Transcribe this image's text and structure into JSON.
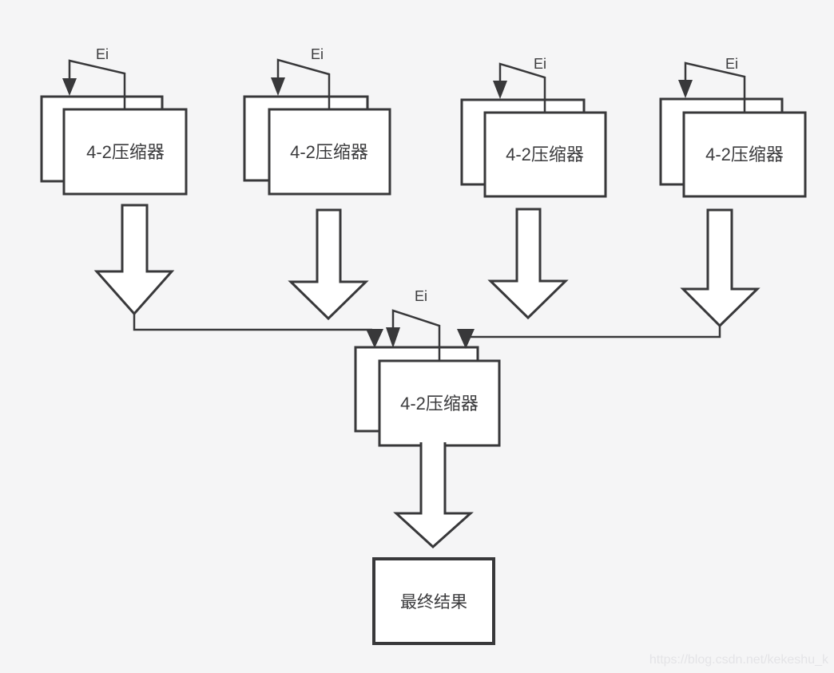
{
  "page": {
    "background_color": "#f5f5f6",
    "watermark": {
      "text": "https://blog.csdn.net/kekeshu_k",
      "color": "#e4e4e7"
    }
  },
  "diagram": {
    "type": "flow-diagram",
    "stroke_color": "#38383a",
    "node_fill_color": "#ffffff",
    "text_color": "#3b3b3d",
    "nodes": {
      "top_compressors": [
        {
          "label": "4-2压缩器",
          "input_label": "Ei"
        },
        {
          "label": "4-2压缩器",
          "input_label": "Ei"
        },
        {
          "label": "4-2压缩器",
          "input_label": "Ei"
        },
        {
          "label": "4-2压缩器",
          "input_label": "Ei"
        }
      ],
      "center_compressor": {
        "label": "4-2压缩器",
        "input_label": "Ei"
      },
      "final_result": {
        "label": "最终结果"
      }
    }
  }
}
